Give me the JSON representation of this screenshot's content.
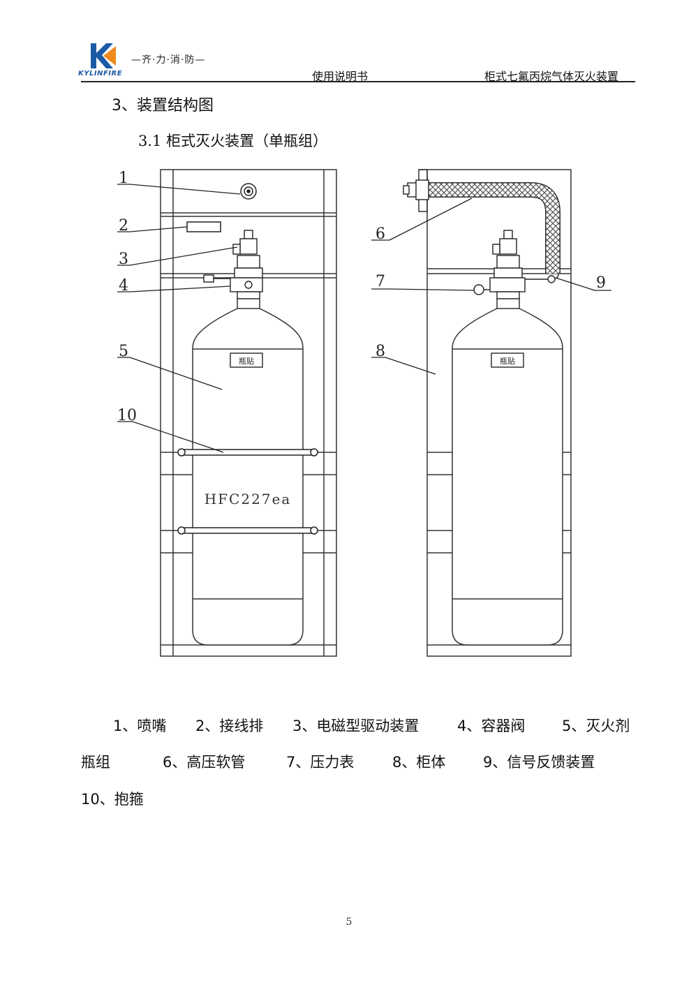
{
  "header": {
    "logo_brand_cn": "—齐·力·消·防—",
    "logo_brand_en": "KYLINFIRE",
    "doc_type": "使用说明书",
    "product_name": "柜式七氟丙烷气体灭火装置"
  },
  "section": {
    "title": "3、装置结构图",
    "subtitle": "3.1 柜式灭火装置（单瓶组）"
  },
  "diagram": {
    "callouts": [
      "1",
      "2",
      "3",
      "4",
      "5",
      "10",
      "6",
      "7",
      "8",
      "9"
    ],
    "bottle_label_left": "瓶贴",
    "bottle_label_right": "瓶贴",
    "agent_text": "HFC227ea"
  },
  "legend": {
    "line1": [
      "1、喷嘴",
      "2、接线排",
      "3、电磁型驱动装置",
      "4、容器阀",
      "5、灭火剂"
    ],
    "line2": [
      "瓶组",
      "6、高压软管",
      "7、压力表",
      "8、柜体",
      "9、信号反馈装置"
    ],
    "line3": [
      "10、抱箍"
    ]
  },
  "footer": {
    "page_number": "5"
  },
  "colors": {
    "logo_blue": "#1d5aa5",
    "logo_orange": "#f08a1c",
    "line": "#333333"
  }
}
